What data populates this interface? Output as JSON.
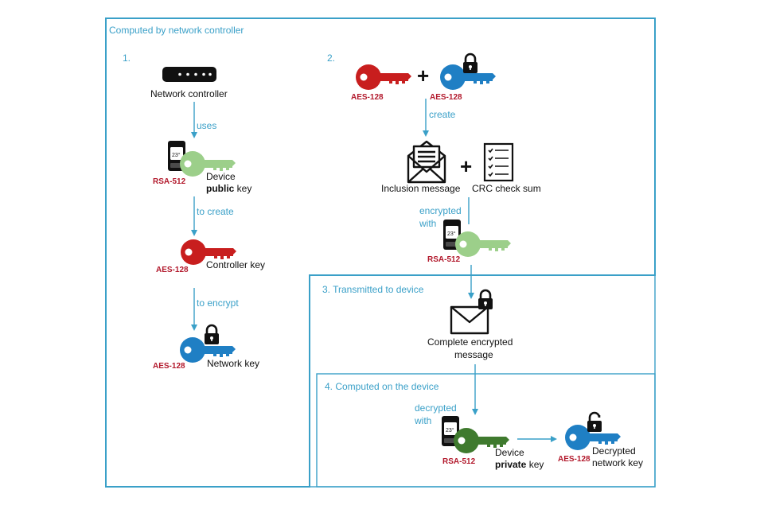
{
  "colors": {
    "frame": "#3aa0c8",
    "arrow": "#3aa0c8",
    "key_red": "#c81e1e",
    "key_blue": "#1f7fc4",
    "key_light_green": "#9ccf8a",
    "key_dark_green": "#3f7a2e",
    "label_red": "#b2182b",
    "icon_black": "#111111"
  },
  "regions": {
    "controller": {
      "title": "Computed by network controller"
    },
    "transmitted": {
      "title": "3. Transmitted to device"
    },
    "device": {
      "title": "4. Computed on the device"
    }
  },
  "step1": {
    "number": "1.",
    "network_controller_label": "Network controller",
    "uses_label": "uses",
    "rsa_label": "RSA-512",
    "thermostat_text": "23°",
    "device_public_key": {
      "line1": "Device",
      "bold": "public",
      "rest": " key"
    },
    "to_create_label": "to create",
    "controller_aes_label": "AES-128",
    "controller_key_label": "Controller key",
    "to_encrypt_label": "to encrypt",
    "network_aes_label": "AES-128",
    "network_key_label": "Network key"
  },
  "step2": {
    "number": "2.",
    "aes_red_label": "AES-128",
    "aes_blue_label": "AES-128",
    "plus": "+",
    "create_label": "create",
    "inclusion_message_label": "Inclusion message",
    "plus2": "+",
    "crc_label": "CRC check sum",
    "encrypted_line1": "encrypted",
    "encrypted_line2": "with",
    "rsa_label": "RSA-512",
    "thermostat_text": "23°"
  },
  "step3": {
    "message_line1": "Complete encrypted",
    "message_line2": "message"
  },
  "step4": {
    "decrypted_line1": "decrypted",
    "decrypted_line2": "with",
    "rsa_label": "RSA-512",
    "thermostat_text": "23°",
    "device_private_key": {
      "line1": "Device",
      "bold": "private",
      "rest": " key"
    },
    "aes_label": "AES-128",
    "decrypted_key_line1": "Decrypted",
    "decrypted_key_line2": "network key"
  }
}
